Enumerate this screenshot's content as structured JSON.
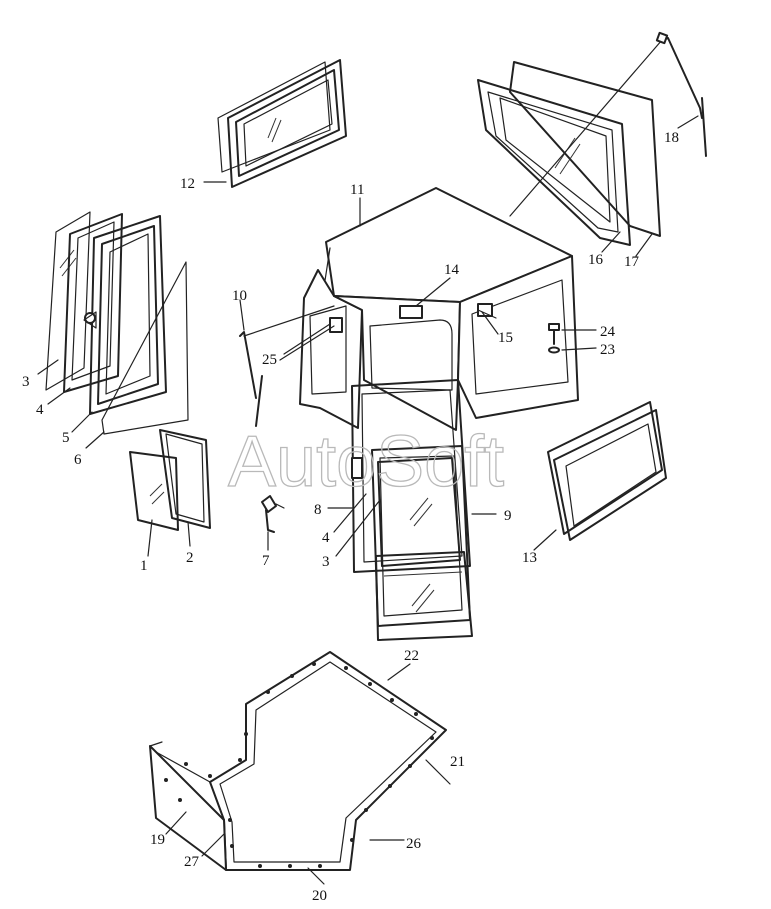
{
  "watermark": "AutoSoft",
  "callouts": [
    {
      "id": "c1",
      "label": "1"
    },
    {
      "id": "c2",
      "label": "2"
    },
    {
      "id": "c3a",
      "label": "3"
    },
    {
      "id": "c3b",
      "label": "3"
    },
    {
      "id": "c4a",
      "label": "4"
    },
    {
      "id": "c4b",
      "label": "4"
    },
    {
      "id": "c5",
      "label": "5"
    },
    {
      "id": "c6",
      "label": "6"
    },
    {
      "id": "c7",
      "label": "7"
    },
    {
      "id": "c8",
      "label": "8"
    },
    {
      "id": "c9",
      "label": "9"
    },
    {
      "id": "c10",
      "label": "10"
    },
    {
      "id": "c11",
      "label": "11"
    },
    {
      "id": "c12",
      "label": "12"
    },
    {
      "id": "c13",
      "label": "13"
    },
    {
      "id": "c14",
      "label": "14"
    },
    {
      "id": "c15",
      "label": "15"
    },
    {
      "id": "c16",
      "label": "16"
    },
    {
      "id": "c17",
      "label": "17"
    },
    {
      "id": "c18",
      "label": "18"
    },
    {
      "id": "c19",
      "label": "19"
    },
    {
      "id": "c20",
      "label": "20"
    },
    {
      "id": "c21",
      "label": "21"
    },
    {
      "id": "c22",
      "label": "22"
    },
    {
      "id": "c23",
      "label": "23"
    },
    {
      "id": "c24",
      "label": "24"
    },
    {
      "id": "c25",
      "label": "25"
    },
    {
      "id": "c26",
      "label": "26"
    },
    {
      "id": "c27",
      "label": "27"
    }
  ]
}
